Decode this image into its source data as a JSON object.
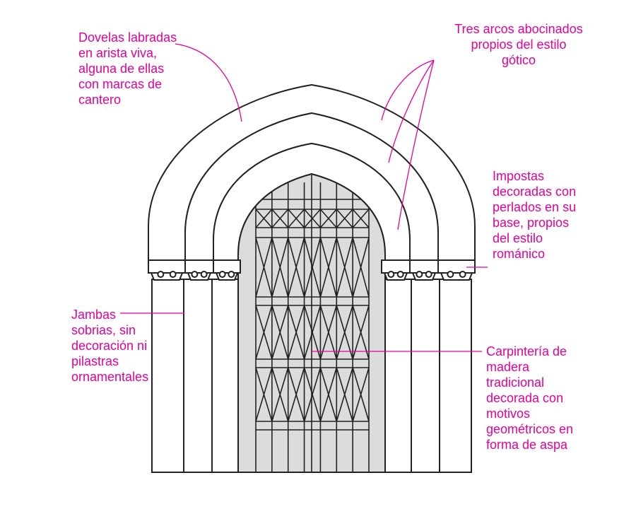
{
  "labels": {
    "dovelas": "Dovelas labradas\nen arista viva,\nalguna de ellas\ncon marcas de\ncantero",
    "arcos": "Tres arcos abocinados\npropios del estilo\ngótico",
    "impostas": "Impostas\ndecoradas con\nperlados en su\nbase, propios\ndel estilo\nrománico",
    "jambas": "Jambas\nsobrias, sin\ndecoración ni\npilastras\nornamentales",
    "carpinteria": "Carpintería de\nmadera\ntradicional\ndecorada con\nmotivos\ngeométricos en\nforma de aspa"
  },
  "colors": {
    "annotation": "#e5009a",
    "stroke": "#222222",
    "door_fill": "#dcdcdc",
    "stone_fill": "#ffffff"
  }
}
